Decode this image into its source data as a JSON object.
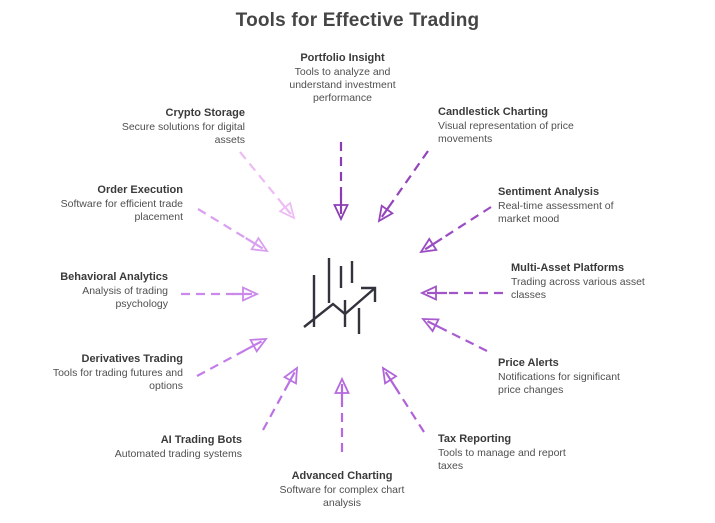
{
  "page": {
    "title": "Tools for Effective Trading"
  },
  "center_icon": {
    "name": "candlestick-trend-icon",
    "color": "#33333e"
  },
  "nodes": [
    {
      "id": "portfolio-insight",
      "title": "Portfolio Insight",
      "desc": "Tools to analyze and understand investment performance",
      "arrow_color": "#8b3eb4"
    },
    {
      "id": "candlestick-charting",
      "title": "Candlestick Charting",
      "desc": "Visual representation of price movements",
      "arrow_color": "#9345bb"
    },
    {
      "id": "sentiment-analysis",
      "title": "Sentiment Analysis",
      "desc": "Real-time assessment of market mood",
      "arrow_color": "#9a4cc2"
    },
    {
      "id": "multi-asset-platforms",
      "title": "Multi-Asset Platforms",
      "desc": "Trading across various asset classes",
      "arrow_color": "#a254c9"
    },
    {
      "id": "price-alerts",
      "title": "Price Alerts",
      "desc": "Notifications for significant price changes",
      "arrow_color": "#a95bd0"
    },
    {
      "id": "tax-reporting",
      "title": "Tax Reporting",
      "desc": "Tools to manage and report taxes",
      "arrow_color": "#b062d7"
    },
    {
      "id": "advanced-charting",
      "title": "Advanced Charting",
      "desc": "Software for complex chart analysis",
      "arrow_color": "#b56adf"
    },
    {
      "id": "ai-trading-bots",
      "title": "AI Trading Bots",
      "desc": "Automated trading systems",
      "arrow_color": "#bb73e4"
    },
    {
      "id": "derivatives-trading",
      "title": "Derivatives Trading",
      "desc": "Tools for trading futures and options",
      "arrow_color": "#c37de9"
    },
    {
      "id": "behavioral-analytics",
      "title": "Behavioral Analytics",
      "desc": "Analysis of trading psychology",
      "arrow_color": "#cb89ec"
    },
    {
      "id": "order-execution",
      "title": "Order Execution",
      "desc": "Software for efficient trade placement",
      "arrow_color": "#d99ff0"
    },
    {
      "id": "crypto-storage",
      "title": "Crypto Storage",
      "desc": "Secure solutions for digital assets",
      "arrow_color": "#edbcf4"
    }
  ]
}
